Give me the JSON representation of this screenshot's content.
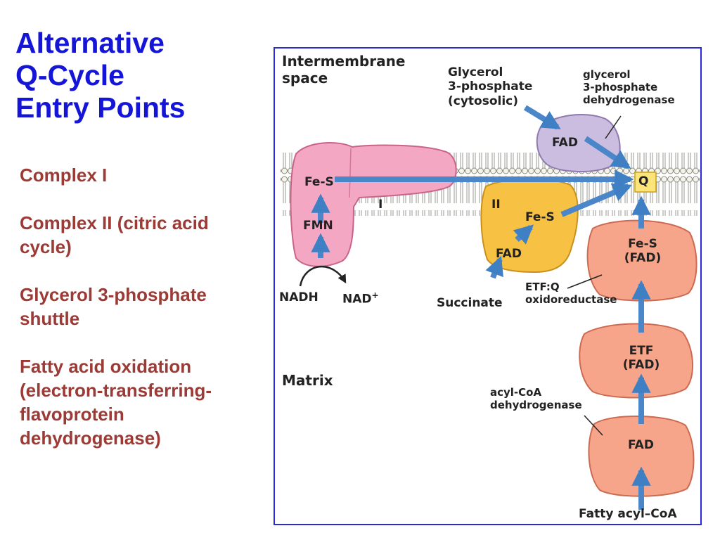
{
  "title": {
    "line1": "Alternative",
    "line2": "Q-Cycle",
    "line3": "Entry Points"
  },
  "bullets": {
    "complex1": "Complex I",
    "complex2_line1": "Complex II (citric acid",
    "complex2_line2": "cycle)",
    "g3p_line1": "Glycerol 3-phosphate",
    "g3p_line2": "shuttle",
    "fa_line1": "Fatty acid oxidation",
    "fa_line2": "(electron-transferring-",
    "fa_line3": "flavoprotein",
    "fa_line4": "dehydrogenase)"
  },
  "diagram": {
    "intermembrane_line1": "Intermembrane",
    "intermembrane_line2": "space",
    "matrix": "Matrix",
    "glycerol_line1": "Glycerol",
    "glycerol_line2": "3-phosphate",
    "glycerol_line3": "(cytosolic)",
    "g3pdh_line1": "glycerol",
    "g3pdh_line2": "3-phosphate",
    "g3pdh_line3": "dehydrogenase",
    "fad_g3p": "FAD",
    "q": "Q",
    "fes_complex1": "Fe-S",
    "complex1": "I",
    "fmn": "FMN",
    "nadh": "NADH",
    "nad": "NAD",
    "nad_sup": "+",
    "complex2": "II",
    "fes_complex2": "Fe-S",
    "fad_complex2": "FAD",
    "succinate": "Succinate",
    "etfq_fes": "Fe-S",
    "etfq_fad": "(FAD)",
    "etfq_line1": "ETF:Q",
    "etfq_line2": "oxidoreductase",
    "etf": "ETF",
    "etf_fad": "(FAD)",
    "acyl_line1": "acyl-CoA",
    "acyl_line2": "dehydrogenase",
    "acyl_fad": "FAD",
    "fatty_acyl": "Fatty acyl–CoA"
  },
  "colors": {
    "title": "#1515d8",
    "bullets": "#9c3a36",
    "complex1": "#f4a7c2",
    "complex2": "#f7c244",
    "g3pdh": "#cbbde0",
    "etf_proteins": "#f6a58a",
    "q_box": "#fbe47a",
    "arrow": "#4a86c8"
  }
}
